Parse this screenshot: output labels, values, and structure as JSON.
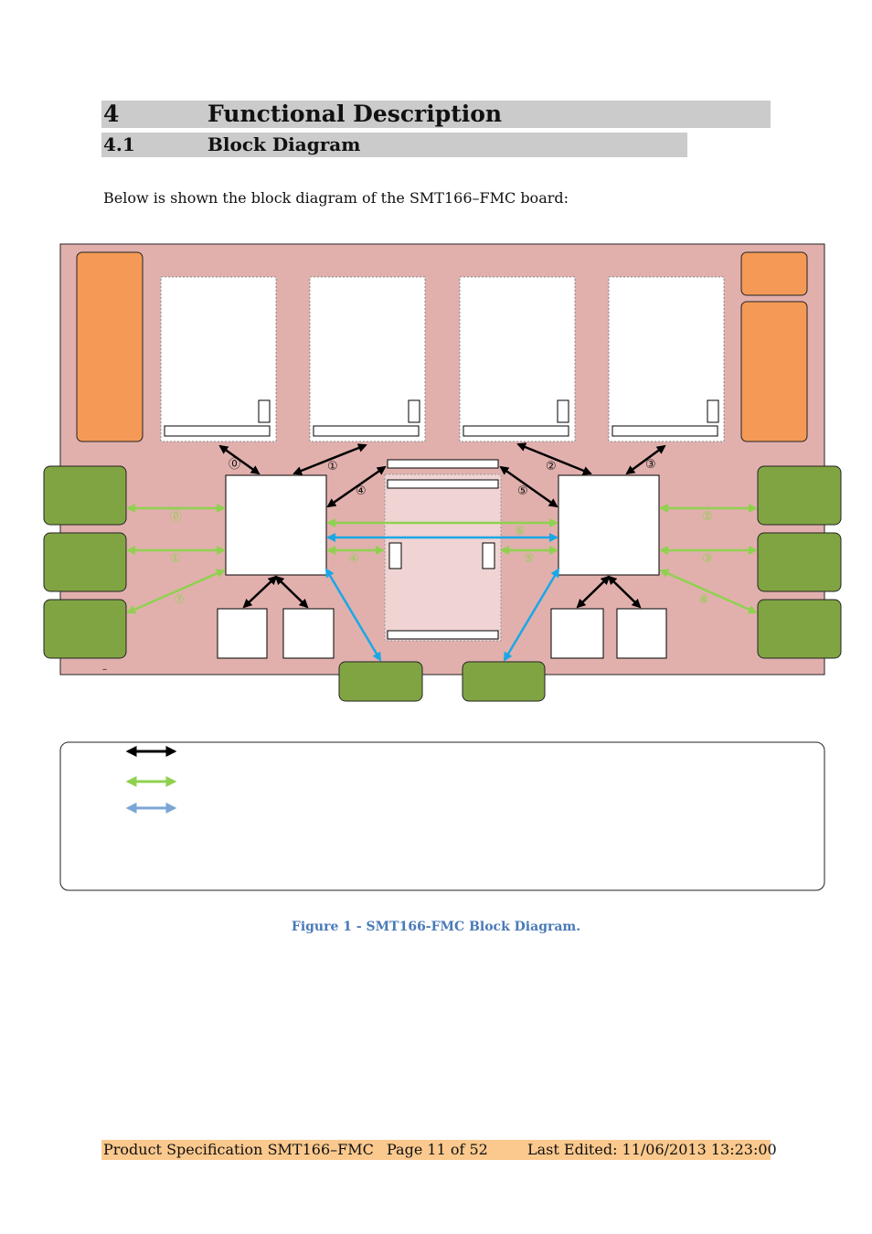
{
  "heading": {
    "number": "4",
    "title": "Functional Description"
  },
  "subheading": {
    "number": "4.1",
    "title": "Block Diagram"
  },
  "intro": "Below is shown the block diagram of the SMT166–FMC board:",
  "diagram": {
    "link_markers": [
      "⓪",
      "①",
      "②",
      "③",
      "④",
      "⑤",
      "⑥",
      "⑦",
      "⑧"
    ],
    "board_marker": "–",
    "colors": {
      "board": "#e1b0ad",
      "orange_block": "#f49a56",
      "green_block": "#81a443",
      "black_link": "#000000",
      "green_link": "#8fd14f",
      "blue_link": "#1aa7e6",
      "legend_blue": "#7ba6d6",
      "fmc_area": "#efd4d3"
    }
  },
  "caption": "Figure 1 - SMT166-FMC Block Diagram.",
  "footer": {
    "product": "Product Specification SMT166–FMC",
    "page": "Page 11 of 52",
    "edited": "Last Edited: 11/06/2013 13:23:00"
  }
}
